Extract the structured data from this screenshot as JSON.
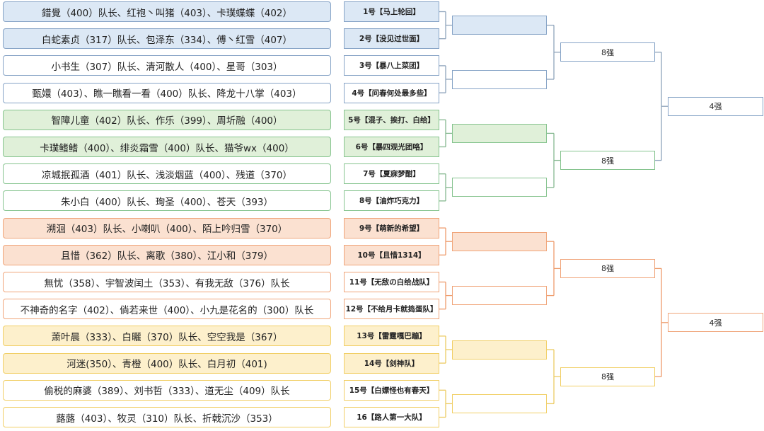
{
  "groups": [
    {
      "color_fill": "#dce8f5",
      "color_border": "#86a3c6",
      "color_line": "#8ea3bb"
    },
    {
      "color_fill": "#e0f0d9",
      "color_border": "#86c48f",
      "color_line": "#86b890"
    },
    {
      "color_fill": "#fbe1d1",
      "color_border": "#f0a57a",
      "color_line": "#ee9c6c"
    },
    {
      "color_fill": "#fdf0cc",
      "color_border": "#f1cf66",
      "color_line": "#eccb63"
    }
  ],
  "rows": [
    {
      "members": "錯覺（400）队长、红袍丶叫猪（403）、卡璞蝶蝶（402）",
      "team": "1号【马上轮回】"
    },
    {
      "members": "白蛇素贞（317）队长、包泽东（334）、傅丶红雪（407）",
      "team": "2号【没见过世面】"
    },
    {
      "members": "小书生（307）队长、清河散人（400）、星哥（303）",
      "team": "3号【暴八上菜团】"
    },
    {
      "members": "甄嬛（403）、瞧一瞧看一看（400）队长、降龙十八掌（403）",
      "team": "4号【问春何处最多些】"
    },
    {
      "members": "智障儿童（402）队长、作乐（399）、周圻融（400）",
      "team": "5号【混子、挨打、白给】"
    },
    {
      "members": "卡璞鳍鳍（400）、绯炎霜雪（400）队长、猫爷wx（400）",
      "team": "6号【暴四观光团咯】"
    },
    {
      "members": "凉城抿孤酒（401）队长、浅淡烟蓝（400）、残道（370）",
      "team": "7号【夏寐梦酣】"
    },
    {
      "members": "朱小白（400）队长、珣圣（400）、苍天（393）",
      "team": "8号【油炸巧克力】"
    },
    {
      "members": "溯洄（403）队长、小喇叭（400）、陌上吟归雪（370）",
      "team": "9号【萌新的希望】"
    },
    {
      "members": "且惜（362）队长、离歌（380）、江小和（379）",
      "team": "10号【且惜1314】"
    },
    {
      "members": "無忧（358）、宇智波闰土（353）、有我无敌（376）队长",
      "team": "11号【无敌の白给战队】"
    },
    {
      "members": "不神奇的名字（402）、倘若来世（400）、小九是花名的（300）队长",
      "team": "12号【不给月卡就捣蛋队】"
    },
    {
      "members": "萧叶晨（333）、白曬（370）队长、空空我是（367）",
      "team": "13号【雷霆嘎巴蹦】"
    },
    {
      "members": "河迷(350）、青橙（400）队长、白月初（401)",
      "team": "14号【剑神队】"
    },
    {
      "members": "偷税的麻婆（389）、刘书哲（333）、道无尘（409）队长",
      "team": "15号【白嫖怪也有春天】"
    },
    {
      "members": "蕗蕗（403）、牧灵（310）队长、折戟沉沙（353）",
      "team": "16【路人第一大队】"
    }
  ],
  "round8_label": "8强",
  "round4_label": "4强"
}
